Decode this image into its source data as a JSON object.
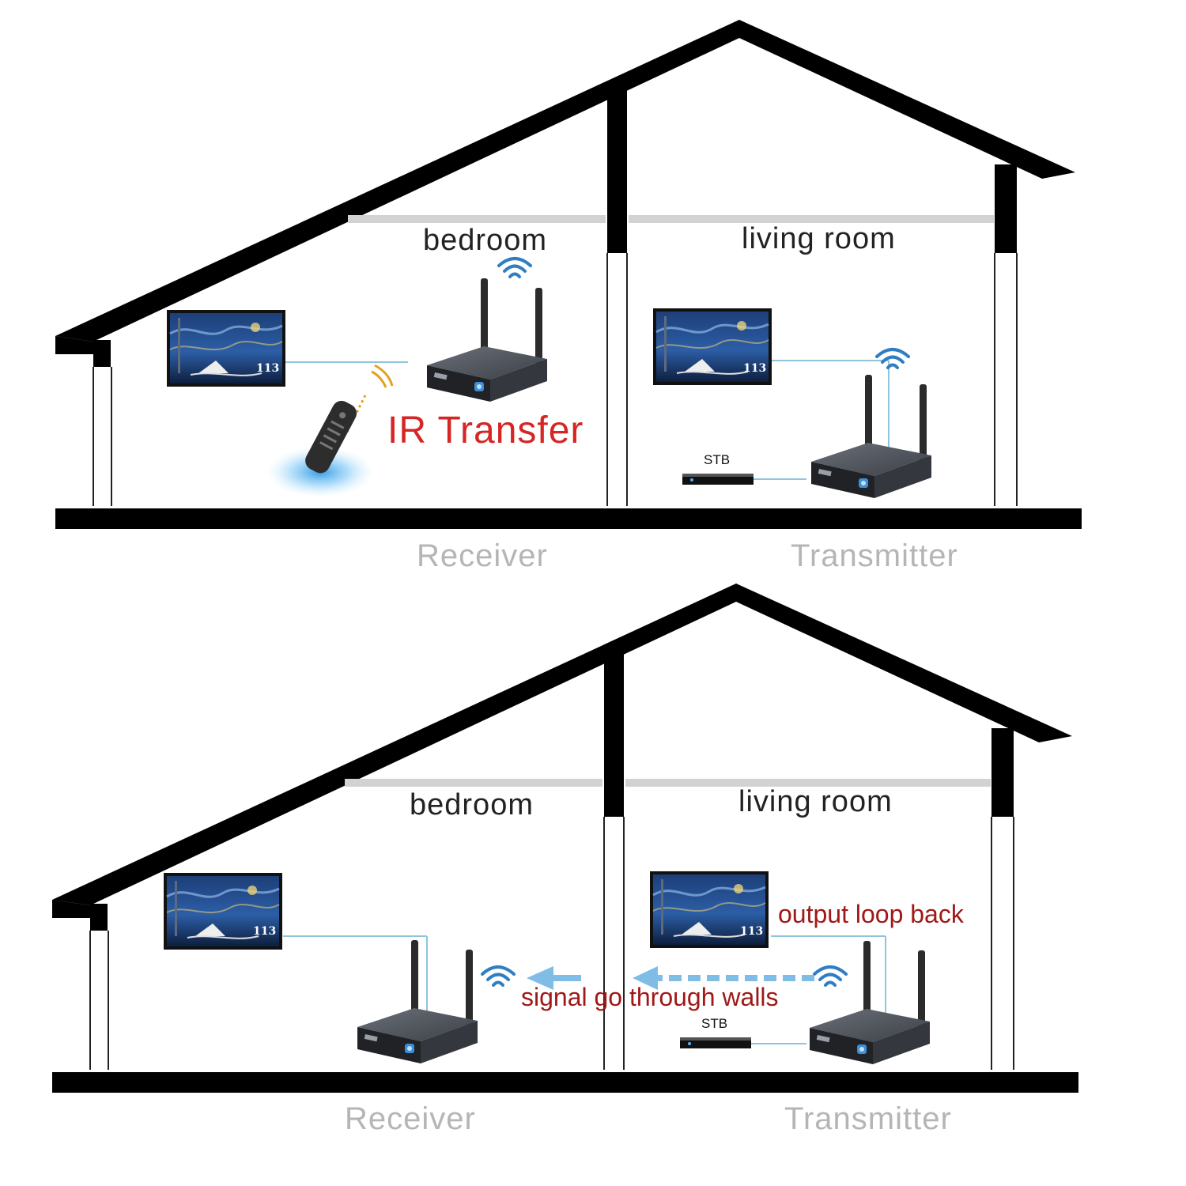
{
  "colors": {
    "structure": "#000000",
    "ceiling": "#cfcfcf",
    "role_text": "#b5b5b5",
    "accent_red": "#d62525",
    "accent_dark_red": "#a01818",
    "cable": "#8fc4dc",
    "wifi": "#2f7ec4",
    "arrow": "#7fbde6",
    "device": "#4a4f56"
  },
  "icons": [
    "house-outline",
    "tv-screen-icon",
    "router-device-icon",
    "wifi-signal-icon",
    "remote-control-icon",
    "set-top-box-icon",
    "arrow-left-icon"
  ],
  "top": {
    "bedroom_label": "bedroom",
    "living_label": "living room",
    "ir_label": "IR Transfer",
    "stb_label": "STB",
    "tv_number": "113",
    "receiver_label": "Receiver",
    "transmitter_label": "Transmitter"
  },
  "bottom": {
    "bedroom_label": "bedroom",
    "living_label": "living room",
    "loop_label": "output loop back",
    "signal_label": "signal go through walls",
    "stb_label": "STB",
    "tv_number": "113",
    "receiver_label": "Receiver",
    "transmitter_label": "Transmitter"
  }
}
